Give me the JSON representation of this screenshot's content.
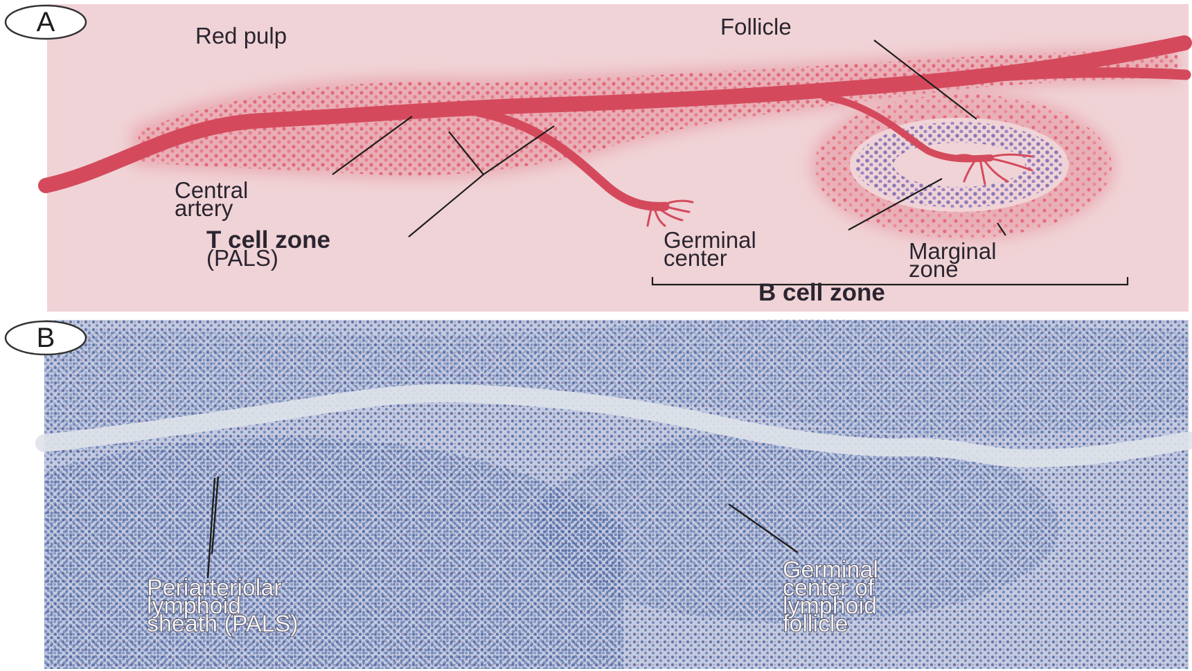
{
  "panel_a": {
    "letter": "A",
    "labels": {
      "red_pulp": "Red pulp",
      "follicle": "Follicle",
      "central_artery": [
        "Central",
        "artery"
      ],
      "t_cell_zone": [
        "T cell zone",
        "(PALS)"
      ],
      "germinal_center": [
        "Germinal",
        "center"
      ],
      "marginal_zone": [
        "Marginal",
        "zone"
      ],
      "b_cell_zone": "B cell zone"
    }
  },
  "panel_b": {
    "letter": "B",
    "labels": {
      "pals": [
        "Periarteriolar",
        "lymphoid",
        "sheath (PALS)"
      ],
      "germinal_center_follicle": [
        "Germinal",
        "center of",
        "lymphoid",
        "follicle"
      ]
    }
  },
  "colors": {
    "panel_a_background": "#f0d3d6",
    "artery": "#d44a5c",
    "t_cell_dots": "#e06070",
    "b_cell_dots": "#8a78b8",
    "tissue_background": "#c4cbe0",
    "tissue_cells": "#5670a8"
  }
}
